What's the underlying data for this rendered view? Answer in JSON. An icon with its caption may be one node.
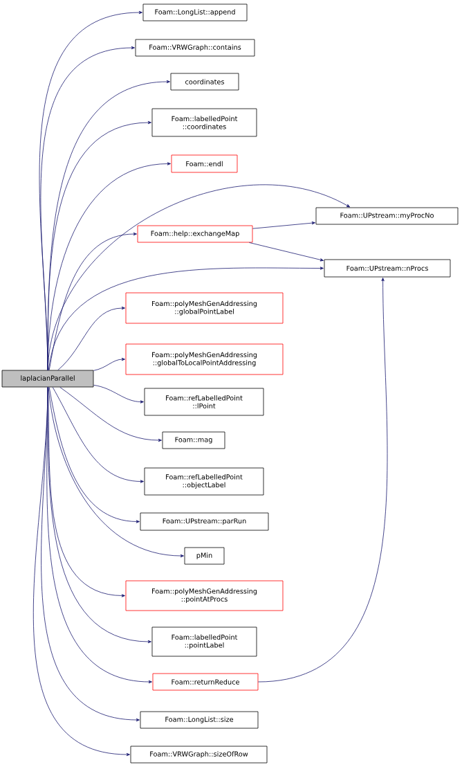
{
  "diagram": {
    "nodes": [
      {
        "text": [
          "laplacianParallel"
        ]
      },
      {
        "text": [
          "Foam::LongList::append"
        ]
      },
      {
        "text": [
          "Foam::VRWGraph::contains"
        ]
      },
      {
        "text": [
          "coordinates"
        ]
      },
      {
        "text": [
          "Foam::labelledPoint ::coordinates"
        ]
      },
      {
        "text": [
          "Foam::endl"
        ]
      },
      {
        "text": [
          "Foam::UPstream::myProcNo"
        ]
      },
      {
        "text": [
          "Foam::help::exchangeMap"
        ]
      },
      {
        "text": [
          "Foam::UPstream::nProcs"
        ]
      },
      {
        "text": [
          "Foam::polyMeshGenAddressing ::globalPointLabel"
        ]
      },
      {
        "text": [
          "Foam::polyMeshGenAddressing ::globalToLocalPointAddressing"
        ]
      },
      {
        "text": [
          "Foam::refLabelledPoint ::lPoint"
        ]
      },
      {
        "text": [
          "Foam::mag"
        ]
      },
      {
        "text": [
          "Foam::refLabelledPoint ::objectLabel"
        ]
      },
      {
        "text": [
          "Foam::UPstream::parRun"
        ]
      },
      {
        "text": [
          "pMin"
        ]
      },
      {
        "text": [
          "Foam::polyMeshGenAddressing ::pointAtProcs"
        ]
      },
      {
        "text": [
          "Foam::labelledPoint ::pointLabel"
        ]
      },
      {
        "text": [
          "Foam::returnReduce"
        ]
      },
      {
        "text": [
          "Foam::LongList::size"
        ]
      },
      {
        "text": [
          "Foam::VRWGraph::sizeOfRow"
        ]
      }
    ],
    "edges": [
      {
        "from": 0,
        "to": 1,
        "arrow": "to"
      },
      {
        "from": 0,
        "to": 2,
        "arrow": "to"
      },
      {
        "from": 0,
        "to": 3,
        "arrow": "to"
      },
      {
        "from": 0,
        "to": 4,
        "arrow": "to"
      },
      {
        "from": 0,
        "to": 5,
        "arrow": "to"
      },
      {
        "from": 0,
        "to": 6,
        "arrow": "to"
      },
      {
        "from": 0,
        "to": 7,
        "arrow": "to"
      },
      {
        "from": 7,
        "to": 6,
        "arrow": "to"
      },
      {
        "from": 7,
        "to": 8,
        "arrow": "to"
      },
      {
        "from": 0,
        "to": 8,
        "arrow": "to"
      },
      {
        "from": 0,
        "to": 9,
        "arrow": "to"
      },
      {
        "from": 0,
        "to": 10,
        "arrow": "to"
      },
      {
        "from": 0,
        "to": 11,
        "arrow": "to"
      },
      {
        "from": 0,
        "to": 12,
        "arrow": "to"
      },
      {
        "from": 0,
        "to": 13,
        "arrow": "to"
      },
      {
        "from": 0,
        "to": 14,
        "arrow": "to"
      },
      {
        "from": 0,
        "to": 15,
        "arrow": "to"
      },
      {
        "from": 0,
        "to": 16,
        "arrow": "to"
      },
      {
        "from": 0,
        "to": 17,
        "arrow": "to"
      },
      {
        "from": 0,
        "to": 18,
        "arrow": "to"
      },
      {
        "from": 18,
        "to": 8,
        "arrow": "to"
      },
      {
        "from": 0,
        "to": 19,
        "arrow": "to"
      },
      {
        "from": 0,
        "to": 20,
        "arrow": "to"
      }
    ]
  }
}
